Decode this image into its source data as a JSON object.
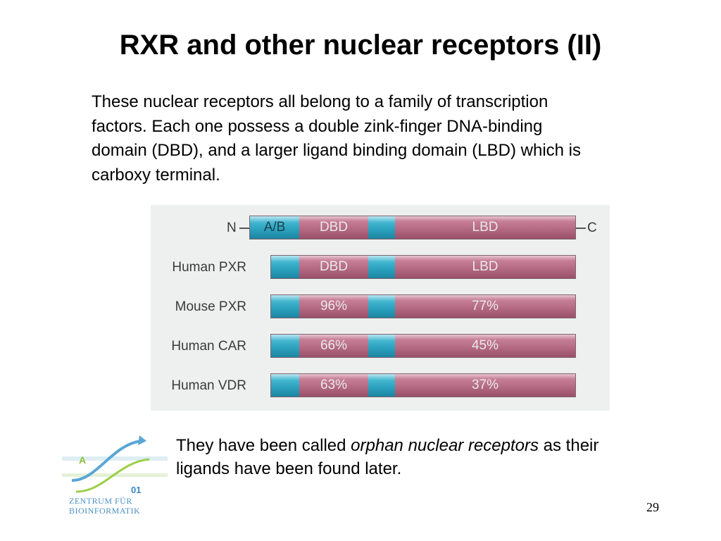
{
  "title": "RXR and other nuclear receptors (II)",
  "intro_text": "These nuclear receptors all belong to a family of transcription factors. Each one possess a double zink-finger DNA-binding domain (DBD), and a larger ligand binding domain (LBD) which is carboxy terminal.",
  "diagram": {
    "n_terminus": "N",
    "c_terminus": "C",
    "rows": [
      {
        "label": "",
        "ab": "A/B",
        "dbd": "DBD",
        "lbd": "LBD"
      },
      {
        "label": "Human PXR",
        "ab": "",
        "dbd": "DBD",
        "lbd": "LBD"
      },
      {
        "label": "Mouse PXR",
        "ab": "",
        "dbd": "96%",
        "lbd": "77%"
      },
      {
        "label": "Human CAR",
        "ab": "",
        "dbd": "66%",
        "lbd": "45%"
      },
      {
        "label": "Human VDR",
        "ab": "",
        "dbd": "63%",
        "lbd": "37%"
      }
    ],
    "colors": {
      "blue_domain": "#2aa0bd",
      "pink_domain": "#b56b84"
    }
  },
  "closing": {
    "before": "They have been called ",
    "emphasis": "orphan nuclear receptors",
    "after": " as their ligands have been found later."
  },
  "logo": {
    "line1": "ZENTRUM FÜR",
    "line2": "BIOINFORMATIK",
    "glyph_a": "A",
    "glyph_b": "01"
  },
  "page_number": "29"
}
